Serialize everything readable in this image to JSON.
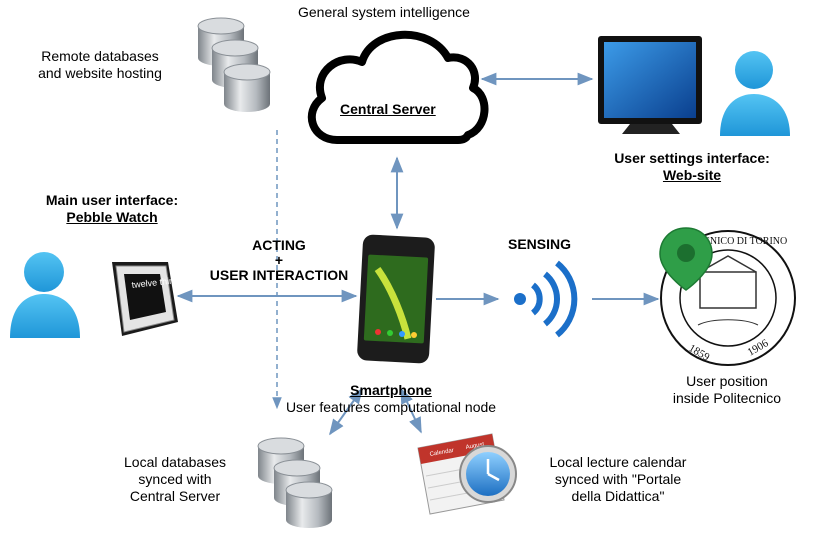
{
  "labels": {
    "general_intelligence": "General system intelligence",
    "central_server": "Central Server",
    "remote_db_line1": "Remote databases",
    "remote_db_line2": "and website hosting",
    "user_settings_line1": "User settings interface:",
    "user_settings_line2": "Web-site",
    "main_ui_line1": "Main user interface:",
    "main_ui_line2": "Pebble Watch",
    "acting_line1": "ACTING",
    "acting_line2": "+",
    "acting_line3": "USER INTERACTION",
    "sensing": "SENSING",
    "smartphone": "Smartphone",
    "smartphone_sub": "User features computational node",
    "user_position_line1": "User position",
    "user_position_line2": "inside Politecnico",
    "local_db_line1": "Local databases",
    "local_db_line2": "synced with",
    "local_db_line3": "Central Server",
    "calendar_line1": "Local lecture calendar",
    "calendar_line2": "synced with \"Portale",
    "calendar_line3": "della Didattica\"",
    "watch_screen": "twelve thirty five",
    "calendar_header_left": "Calendar",
    "calendar_header_right": "August",
    "seal_text_top": "POLITECNICO DI TORINO",
    "seal_year_left": "1859",
    "seal_year_right": "1906"
  },
  "icons": {
    "cloud": "cloud-icon",
    "remote_db": "database-stack-icon",
    "monitor": "monitor-icon",
    "user_right": "user-silhouette-icon",
    "user_left": "user-silhouette-icon",
    "watch": "pebble-watch-icon",
    "phone": "smartphone-icon",
    "wifi": "signal-waves-icon",
    "seal": "politecnico-seal-icon",
    "pin": "map-pin-icon",
    "local_db": "database-stack-icon",
    "calendar": "calendar-clock-icon"
  },
  "colors": {
    "arrow": "#6f95bf",
    "user_blue": "#27a9e6",
    "pin_green": "#2f9e48",
    "signal_blue": "#1b6fc9",
    "db_gray": "#9aa0a6",
    "calendar_red": "#c0342b",
    "clock_blue": "#2a84d6"
  }
}
